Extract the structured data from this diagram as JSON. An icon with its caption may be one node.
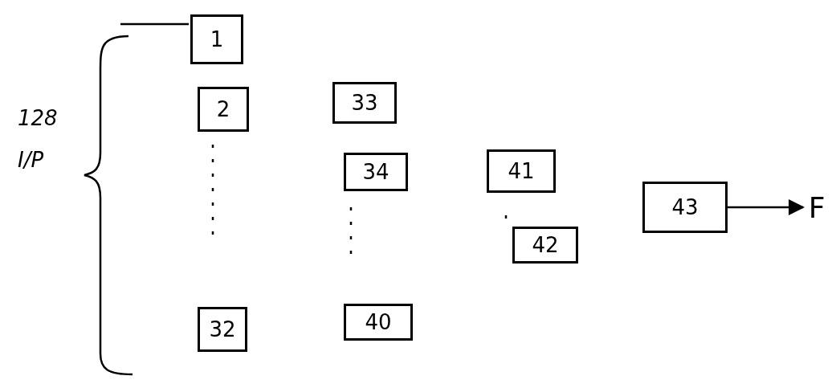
{
  "diagram": {
    "nodes": [
      {
        "text": [
          "1"
        ]
      },
      {
        "text": [
          "2"
        ]
      },
      {
        "text": [
          "32"
        ]
      },
      {
        "text": [
          "33"
        ]
      },
      {
        "text": [
          "34"
        ]
      },
      {
        "text": [
          "40"
        ]
      },
      {
        "text": [
          "41"
        ]
      },
      {
        "text": [
          "42"
        ]
      },
      {
        "text": [
          "43"
        ]
      },
      {
        "text": [
          "F"
        ]
      }
    ],
    "edges": [
      {
        "from": 8,
        "to": 9,
        "arrow": "to"
      }
    ],
    "labels": [
      "128",
      "I/P"
    ]
  }
}
